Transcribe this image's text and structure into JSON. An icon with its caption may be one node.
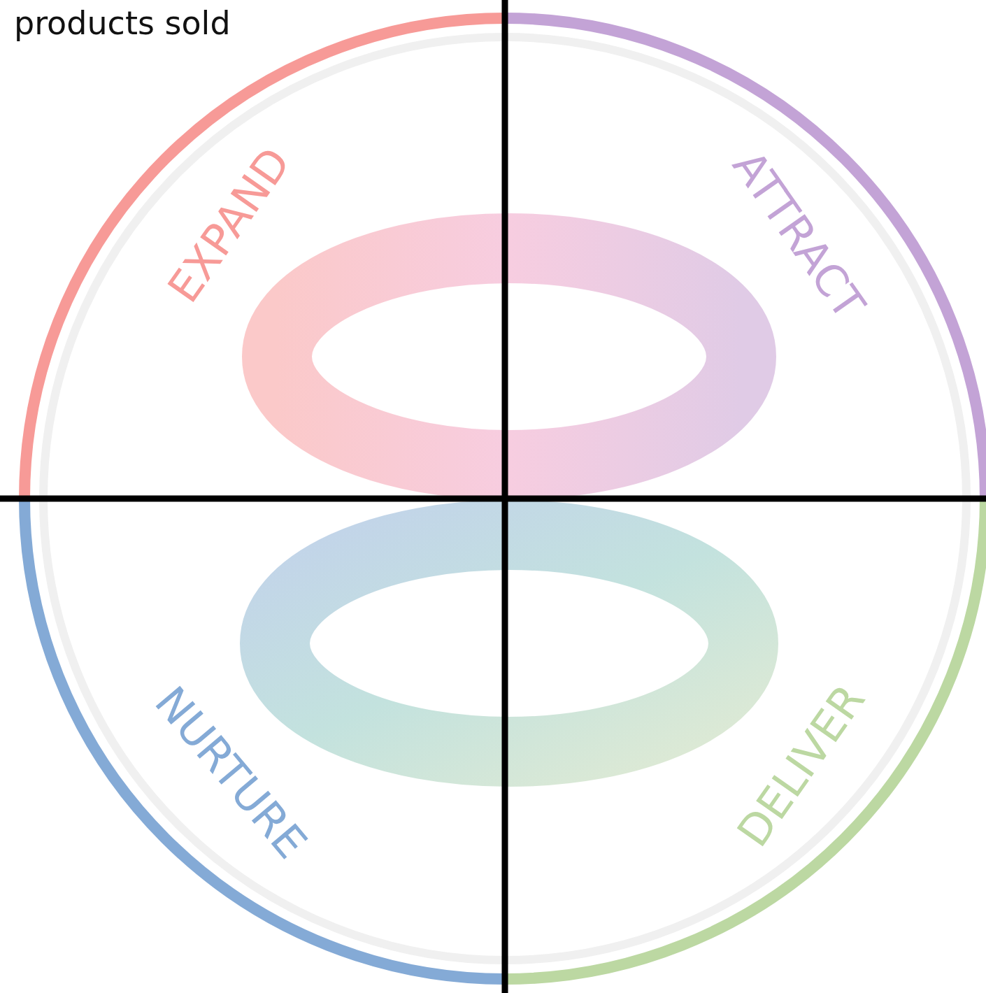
{
  "diagram": {
    "labels": [
      "products sold",
      "EXPAND",
      "ATTRACT",
      "NURTURE",
      "DELIVER"
    ]
  }
}
